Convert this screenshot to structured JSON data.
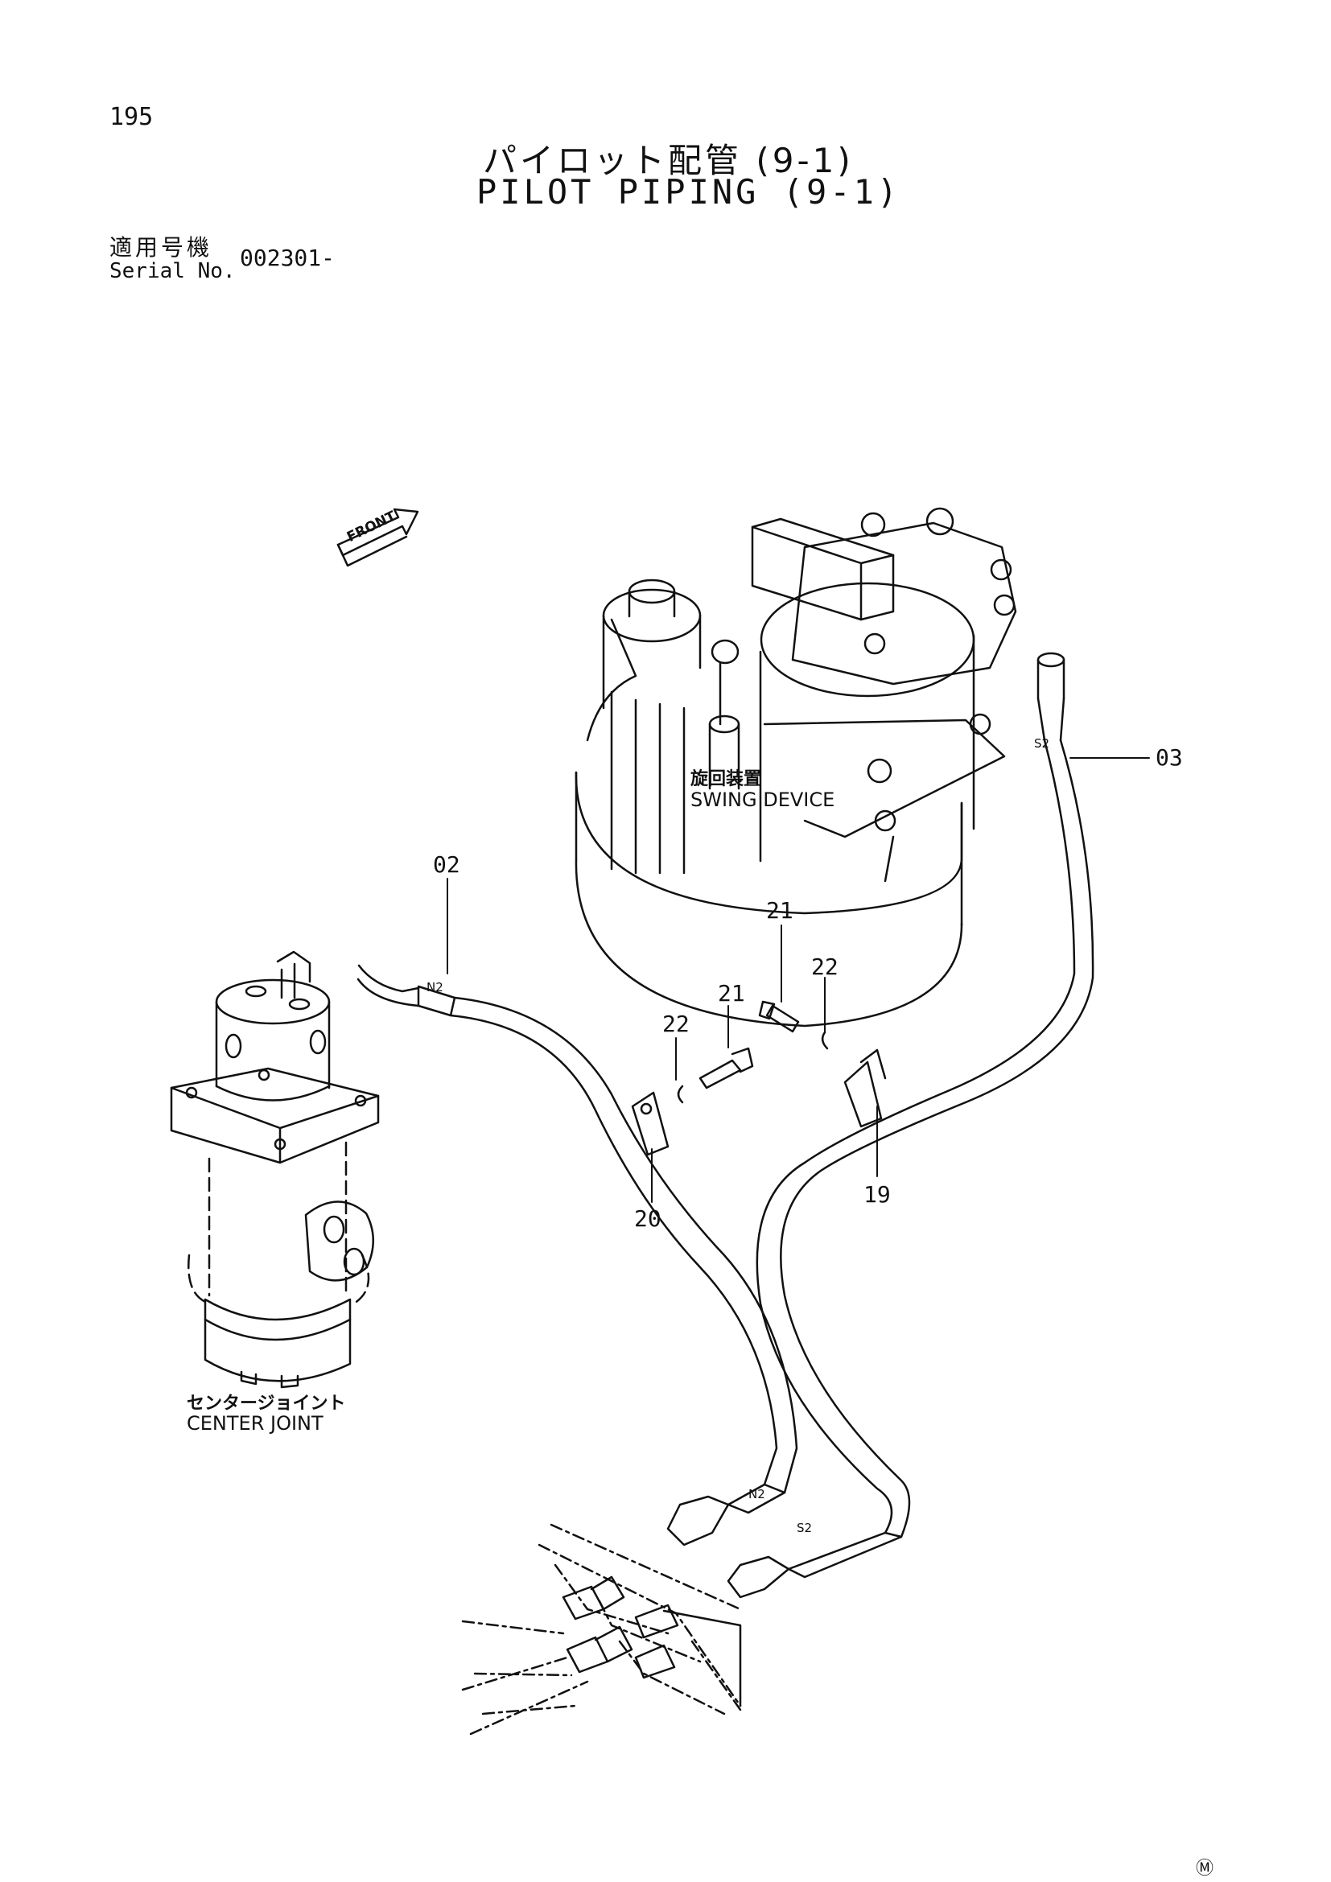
{
  "header": {
    "page_number": "195",
    "title_jp": "パイロット配管 (9-1)",
    "title_en": "PILOT PIPING (9-1)",
    "serial_label_jp": "適用号機",
    "serial_label_en": "Serial No.",
    "serial_value": "002301-"
  },
  "diagram": {
    "front_arrow_label": "FRONT",
    "components": {
      "swing_device_jp": "旋回装置",
      "swing_device_en": "SWING DEVICE",
      "center_joint_jp": "センタージョイント",
      "center_joint_en": "CENTER JOINT"
    },
    "callouts": [
      "02",
      "03",
      "19",
      "20",
      "21",
      "21",
      "22",
      "22"
    ],
    "port_tags": [
      "N2",
      "S2",
      "N2",
      "S2"
    ]
  },
  "footer": {
    "marker": "Ⓜ"
  }
}
